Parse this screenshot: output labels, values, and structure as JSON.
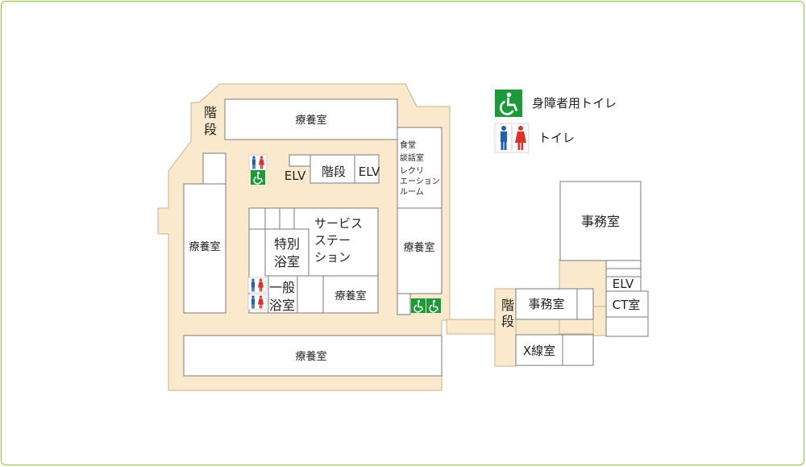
{
  "legend": {
    "accessible_toilet": "身障者用トイレ",
    "toilet": "トイレ"
  },
  "rooms": {
    "ryoyo_top": "療養室",
    "kaidan_left_1": "階",
    "kaidan_left_2": "段",
    "elv_1": "ELV",
    "kaidan_center": "階段",
    "elv_2": "ELV",
    "shokudo_1": "食堂",
    "shokudo_2": "談話室",
    "shokudo_3": "レクリ",
    "shokudo_4": "エーション",
    "shokudo_5": "ルーム",
    "ryoyo_left": "療養室",
    "service_1": "サービス",
    "service_2": "ステー",
    "service_3": "ション",
    "tokubetsu_1": "特別",
    "tokubetsu_2": "浴室",
    "ryoyo_right_mid": "療養室",
    "ippan_1": "一般",
    "ippan_2": "浴室",
    "ryoyo_center": "療養室",
    "ryoyo_bottom": "療養室",
    "jimushitsu_top": "事務室",
    "elv_3": "ELV",
    "ct": "CT室",
    "kaidan_right_1": "階",
    "kaidan_right_2": "段",
    "jimushitsu_small": "事務室",
    "xray": "X線室"
  },
  "colors": {
    "corridor": "#fae9cc",
    "frame": "#8cc63f",
    "accessible_green": "#1b9a3a",
    "male_blue": "#1f5fb4",
    "female_red": "#e0302a"
  },
  "icons": [
    "wheelchair-icon",
    "male-icon",
    "female-icon"
  ]
}
